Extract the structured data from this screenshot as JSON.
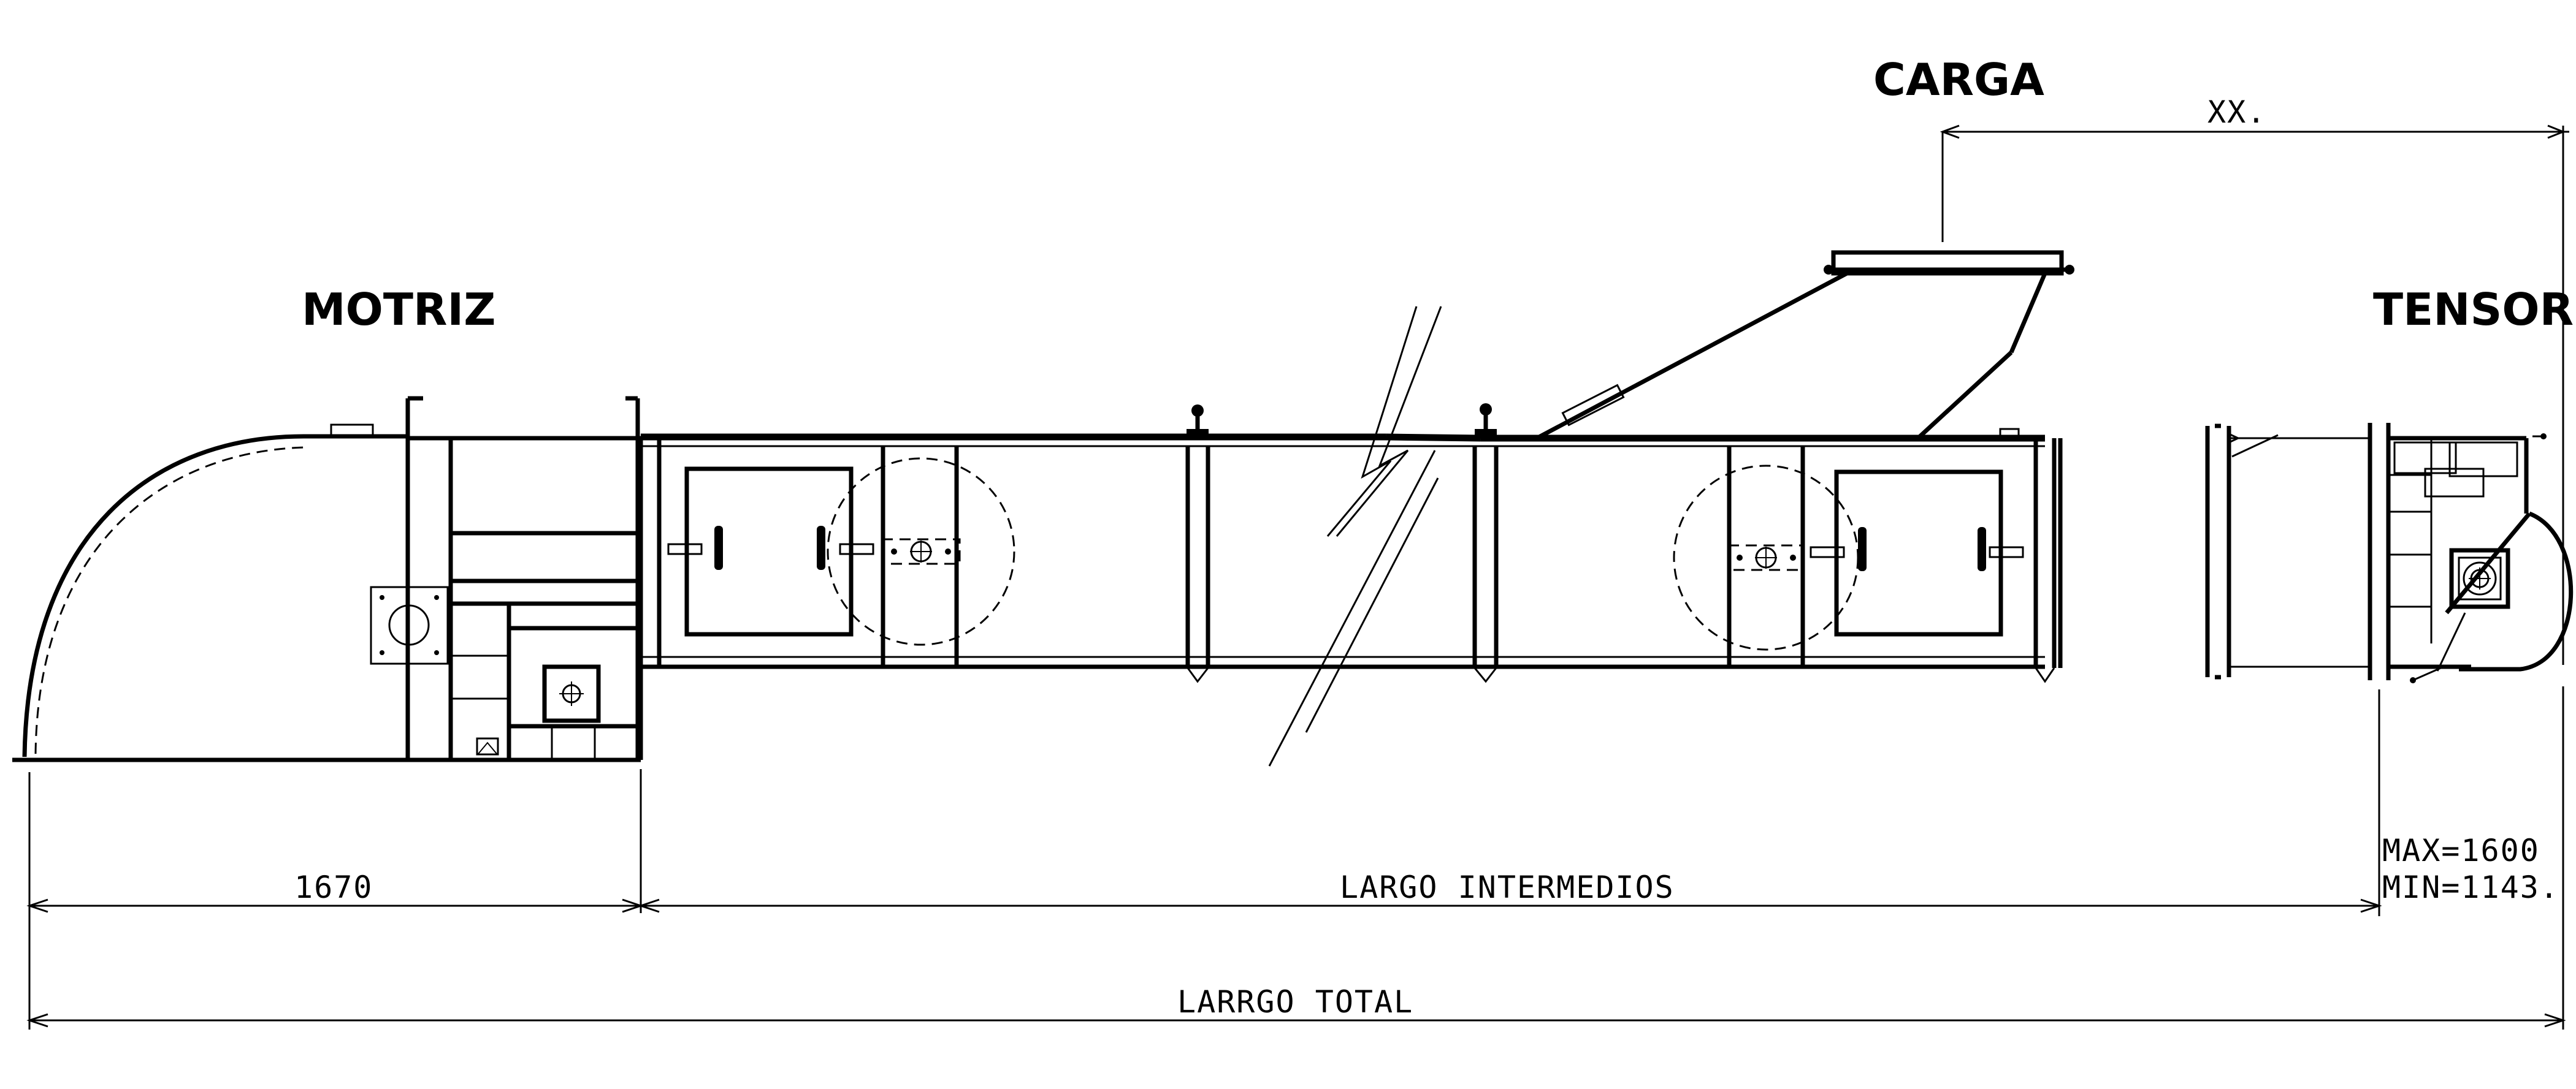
{
  "labels": {
    "motriz": "MOTRIZ",
    "carga": "CARGA",
    "tensor": "TENSOR"
  },
  "dimensions": {
    "xx": "XX.",
    "motriz_length": "1670",
    "largo_intermedios": "LARGO INTERMEDIOS",
    "max": "MAX=1600",
    "min": "MIN=1143.",
    "largo_total": "LARRGO TOTAL"
  },
  "colors": {
    "line": "#000000",
    "background": "#ffffff"
  }
}
